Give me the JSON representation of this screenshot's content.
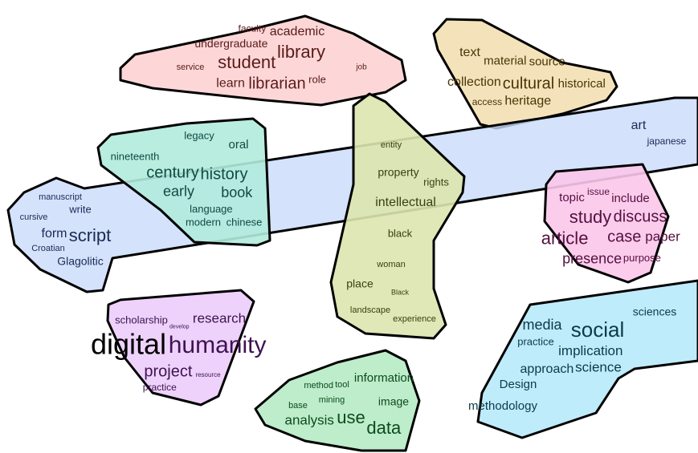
{
  "title": "Topic word clusters",
  "clusters": [
    {
      "id": "library",
      "fill": "#fdd3d3",
      "text": "#5a1a1a",
      "words": [
        "academic",
        "faculty",
        "library",
        "undergraduate",
        "student",
        "service",
        "learn",
        "librarian",
        "role",
        "job"
      ]
    },
    {
      "id": "heritage",
      "fill": "#f3e0b3",
      "text": "#4a3408",
      "words": [
        "text",
        "material",
        "source",
        "collection",
        "cultural",
        "historical",
        "heritage",
        "access"
      ]
    },
    {
      "id": "script",
      "fill": "#c9dbfb",
      "text": "#1a2a55",
      "words": [
        "manuscript",
        "write",
        "cursive",
        "form",
        "script",
        "Croatian",
        "Glagolitic",
        "art",
        "japanese"
      ]
    },
    {
      "id": "history",
      "fill": "#b1ebdd",
      "text": "#0f4a42",
      "words": [
        "legacy",
        "oral",
        "nineteenth",
        "century",
        "history",
        "early",
        "book",
        "language",
        "modern",
        "chinese"
      ]
    },
    {
      "id": "intellectual",
      "fill": "#dce5ae",
      "text": "#3a4010",
      "words": [
        "entity",
        "property",
        "rights",
        "intellectual",
        "black",
        "woman",
        "place",
        "Black",
        "landscape",
        "experience"
      ]
    },
    {
      "id": "study",
      "fill": "#fbc6ea",
      "text": "#55103f",
      "words": [
        "issue",
        "topic",
        "include",
        "study",
        "discuss",
        "article",
        "paper",
        "presence",
        "case",
        "purpose"
      ]
    },
    {
      "id": "humanity",
      "fill": "#eccdfb",
      "text": "#3d1350",
      "words": [
        "scholarship",
        "develop",
        "research",
        "digital",
        "humanity",
        "project",
        "practice",
        "resource"
      ]
    },
    {
      "id": "data",
      "fill": "#b6ebc4",
      "text": "#0d4a1f",
      "words": [
        "information",
        "tool",
        "mining",
        "method",
        "image",
        "base",
        "analysis",
        "use",
        "data"
      ]
    },
    {
      "id": "social",
      "fill": "#b8eafa",
      "text": "#0b3a4a",
      "words": [
        "sciences",
        "media",
        "practice",
        "social",
        "approach",
        "implication",
        "science",
        "Design",
        "methodology"
      ]
    }
  ]
}
